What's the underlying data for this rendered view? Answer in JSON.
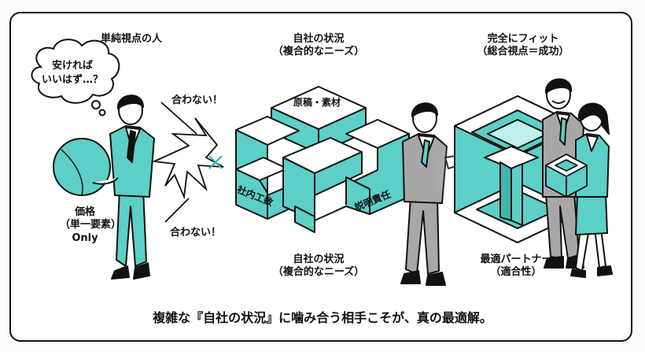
{
  "colors": {
    "teal": "#5ccfc7",
    "teal_dark": "#3fb5ad",
    "suit_gray": "#a7a7a7",
    "ink": "#111111",
    "glow": "#c9f3ef"
  },
  "left_section": {
    "title": "単純視点の人",
    "thought_bubble": {
      "line1": "安ければ",
      "line2": "いいはず…？"
    },
    "ball_label": {
      "line1": "価格",
      "line2": "（単一要素）",
      "line3": "Only"
    }
  },
  "clash": {
    "mismatch_top": "合わない！",
    "mismatch_bottom": "合わない！",
    "cross_symbol": "×"
  },
  "center_section": {
    "title": {
      "line1": "自社の状況",
      "line2": "（複合的なニーズ）"
    },
    "block_labels": {
      "top": "原稿・素材",
      "left": "社内工数",
      "right": "説明責任"
    },
    "caption": {
      "line1": "自社の状況",
      "line2": "（複合的なニーズ）"
    }
  },
  "right_section": {
    "title": {
      "line1": "完全にフィット",
      "line2": "（総合視点＝成功）"
    },
    "caption": {
      "line1": "最適パートナー",
      "line2": "（適合性）"
    }
  },
  "tagline": "複雑な『自社の状況』に噛み合う相手こそが、真の最適解。"
}
